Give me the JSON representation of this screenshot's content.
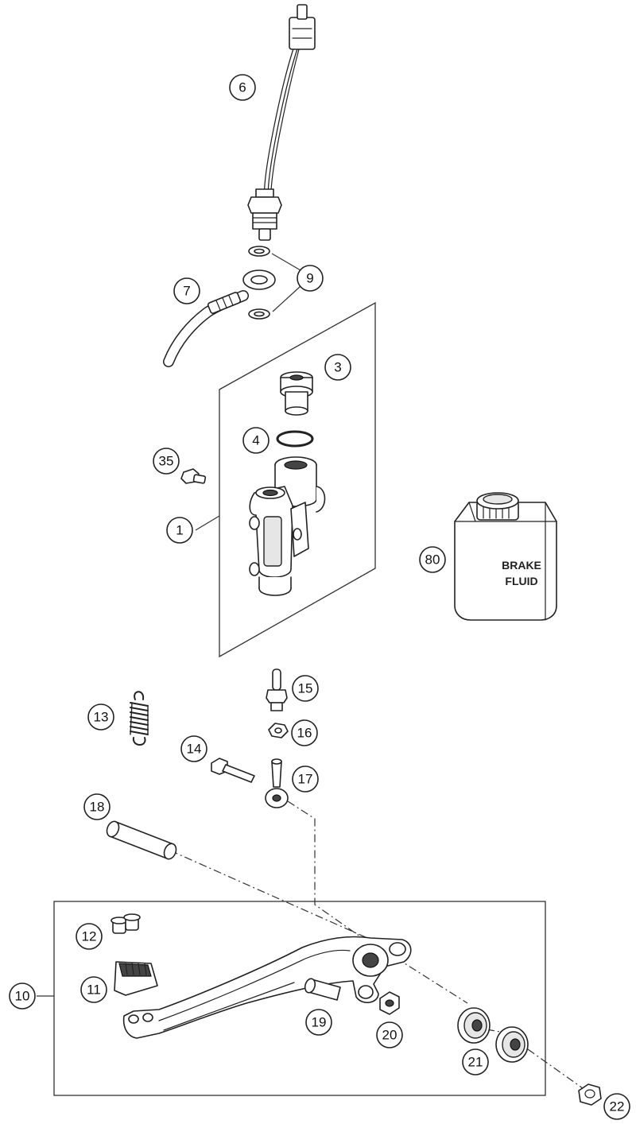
{
  "callouts": [
    "6",
    "9",
    "7",
    "3",
    "4",
    "35",
    "1",
    "80",
    "15",
    "13",
    "16",
    "14",
    "17",
    "18",
    "12",
    "11",
    "10",
    "19",
    "20",
    "21",
    "22"
  ],
  "container_label": {
    "line1": "BRAKE",
    "line2": "FLUID"
  }
}
